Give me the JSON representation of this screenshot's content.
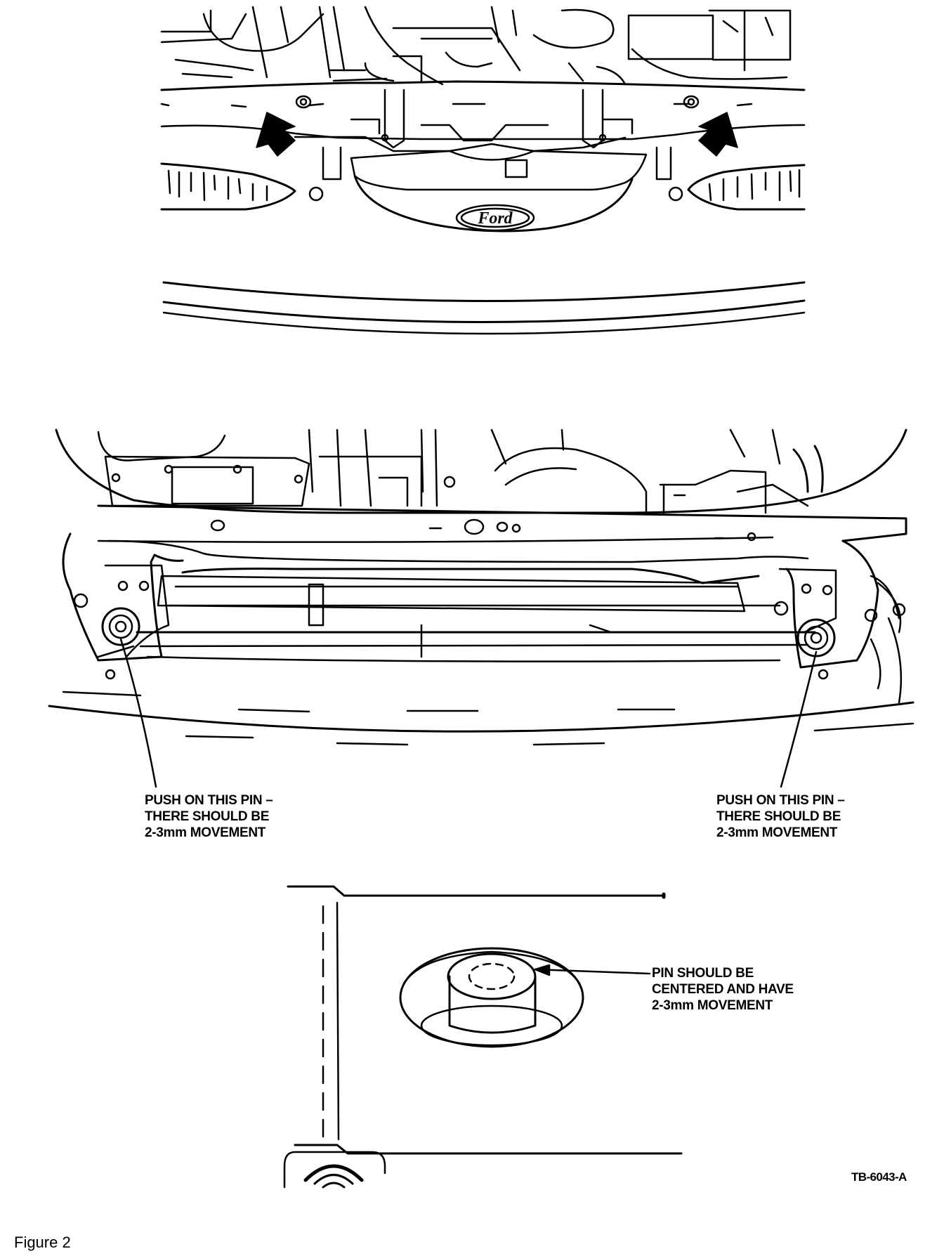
{
  "callouts": {
    "left_pin": [
      "PUSH ON THIS PIN –",
      "THERE SHOULD BE",
      "2-3mm MOVEMENT"
    ],
    "right_pin": [
      "PUSH ON THIS PIN –",
      "THERE SHOULD BE",
      "2-3mm MOVEMENT"
    ],
    "detail_pin": [
      "PIN SHOULD BE",
      "CENTERED AND HAVE",
      "2-3mm MOVEMENT"
    ]
  },
  "emblem_text": "Ford",
  "reference_code": "TB-6043-A",
  "figure_caption": "Figure 2"
}
